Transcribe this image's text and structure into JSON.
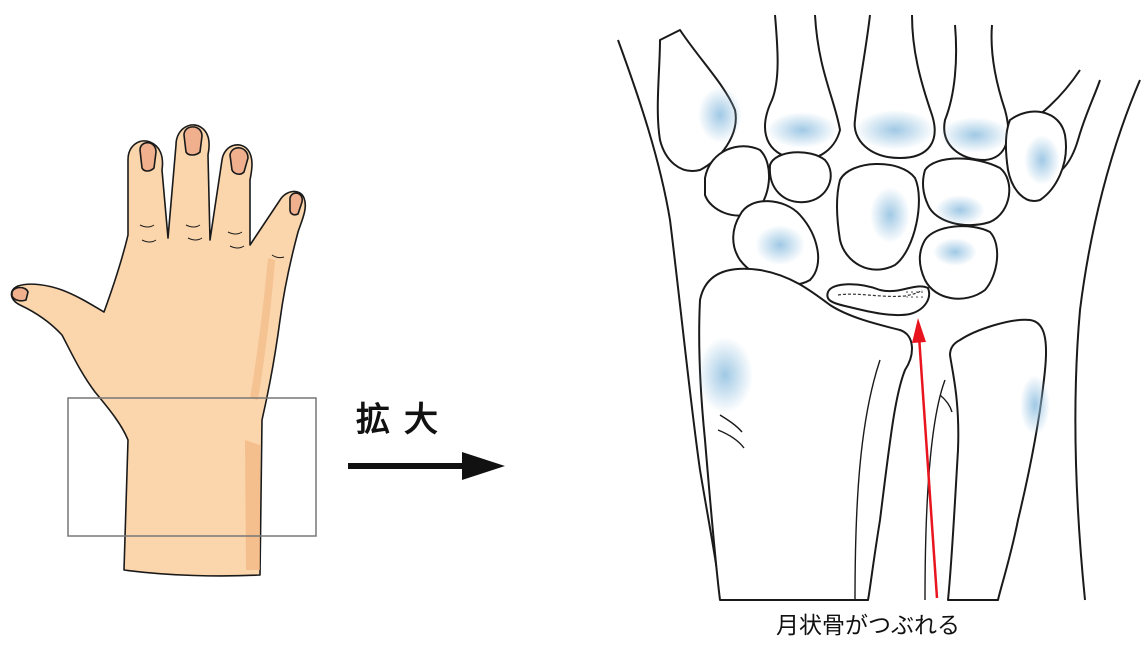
{
  "zoom_label": "拡大",
  "callout": {
    "text": "月状骨がつぶれる",
    "arrow_color": "#e8141e"
  },
  "colors": {
    "skin": "#fbd6ad",
    "skin_shadow": "#f2b47f",
    "nail": "#f0b08e",
    "bone_outline": "#1a1a1a",
    "bone_shade": "#a9cde6",
    "frame": "#777777",
    "arrow": "#111111"
  },
  "icons": [
    "hand-illustration",
    "magnify-frame",
    "right-arrow-icon",
    "wrist-bones-illustration",
    "lunate-bone",
    "pointer-arrow"
  ]
}
